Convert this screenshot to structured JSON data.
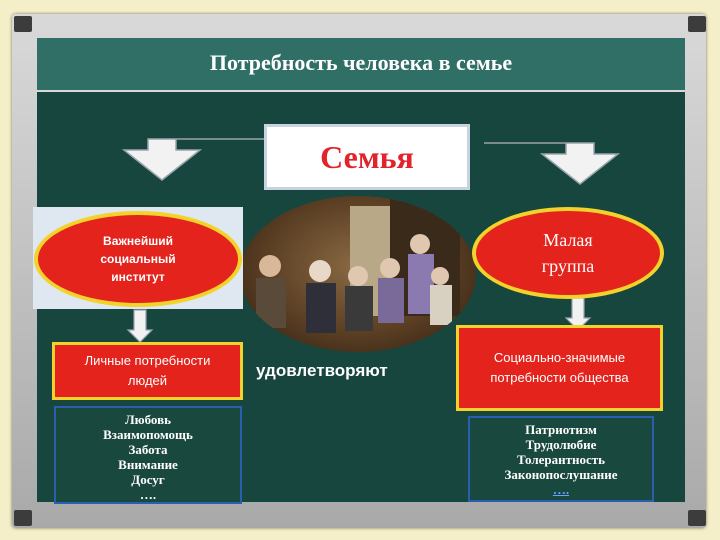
{
  "title": "Потребность человека в семье",
  "center_label": "Семья",
  "left_ellipse": "Важнейший\nсоциальный\nинститут",
  "right_ellipse": "Малая\nгруппа",
  "left_box": "Личные потребности\nлюдей",
  "right_box": "Социально-значимые\nпотребности общества",
  "connector": "удовлетворяют",
  "left_list": [
    "Любовь",
    "Взаимопомощь",
    "Забота",
    "Внимание",
    "Досуг",
    "…."
  ],
  "right_list": [
    "Патриотизм",
    "Трудолюбие",
    "Толерантность",
    "Законопослушание",
    "…."
  ],
  "colors": {
    "board": "#16463d",
    "title_bar": "#2f6f66",
    "accent_red": "#e3231c",
    "border_yellow": "#f2d22b",
    "frame": "#bdbdbd"
  }
}
